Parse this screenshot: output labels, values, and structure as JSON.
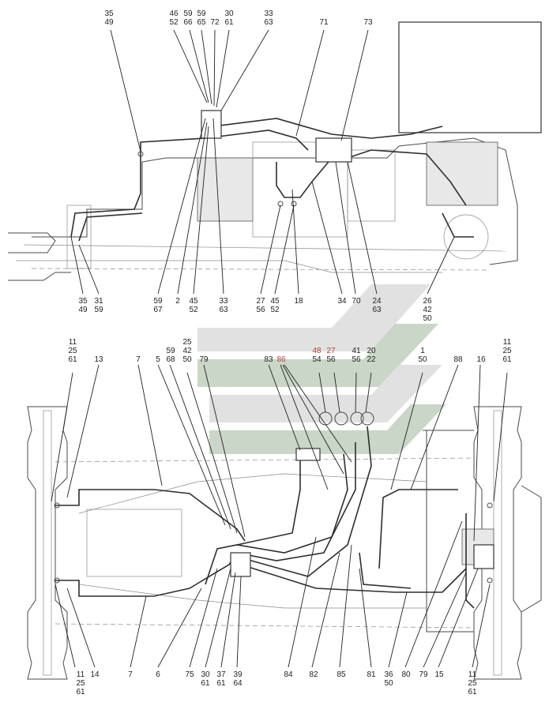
{
  "colors": {
    "line": "#2e2e2e",
    "highlight_label": "#b3413a",
    "watermark_green": "#9fb69b",
    "watermark_gray": "#bcbcbc"
  },
  "watermark": {
    "type": "logo",
    "name": "chevron-stripes-watermark"
  },
  "side_view": {
    "labels_top": [
      {
        "id": "l35_49_top",
        "lines": [
          "35",
          "49"
        ]
      },
      {
        "id": "l46_52",
        "lines": [
          "46",
          "52"
        ]
      },
      {
        "id": "l59_66",
        "lines": [
          "59",
          "66"
        ]
      },
      {
        "id": "l59_65",
        "lines": [
          "59",
          "65"
        ]
      },
      {
        "id": "l72",
        "lines": [
          "",
          "72"
        ]
      },
      {
        "id": "l30_61_top",
        "lines": [
          "30",
          "61"
        ]
      },
      {
        "id": "l33_63_top",
        "lines": [
          "33",
          "63"
        ]
      },
      {
        "id": "l71",
        "lines": [
          "71"
        ]
      },
      {
        "id": "l73",
        "lines": [
          "73"
        ]
      }
    ],
    "labels_bottom": [
      {
        "id": "l35_49_bot",
        "lines": [
          "35",
          "49"
        ]
      },
      {
        "id": "l31_59",
        "lines": [
          "31",
          "59"
        ]
      },
      {
        "id": "l59_67",
        "lines": [
          "59",
          "67"
        ]
      },
      {
        "id": "l2",
        "lines": [
          "2"
        ]
      },
      {
        "id": "l45_52_a",
        "lines": [
          "45",
          "52"
        ]
      },
      {
        "id": "l33_63_bot",
        "lines": [
          "33",
          "63"
        ]
      },
      {
        "id": "l27_56",
        "lines": [
          "27",
          "56"
        ]
      },
      {
        "id": "l45_52_b",
        "lines": [
          "45",
          "52"
        ]
      },
      {
        "id": "l18",
        "lines": [
          "18"
        ]
      },
      {
        "id": "l34",
        "lines": [
          "34"
        ]
      },
      {
        "id": "l70",
        "lines": [
          "70"
        ]
      },
      {
        "id": "l24_63",
        "lines": [
          "24",
          "63"
        ]
      },
      {
        "id": "l26_42_50",
        "lines": [
          "26",
          "42",
          "50"
        ]
      }
    ]
  },
  "plan_view": {
    "labels_top": [
      {
        "id": "p11_25_61_l",
        "lines": [
          "11",
          "25",
          "61"
        ]
      },
      {
        "id": "p13",
        "lines": [
          "13"
        ]
      },
      {
        "id": "p7_top",
        "lines": [
          "7"
        ]
      },
      {
        "id": "p5",
        "lines": [
          "5"
        ]
      },
      {
        "id": "p59_68",
        "lines": [
          "59",
          "68"
        ]
      },
      {
        "id": "p25_42_50",
        "lines": [
          "25",
          "42",
          "50"
        ]
      },
      {
        "id": "p79_top",
        "lines": [
          "79"
        ]
      },
      {
        "id": "p83",
        "lines": [
          "83"
        ]
      },
      {
        "id": "p86",
        "lines": [
          "86"
        ]
      },
      {
        "id": "p48_54",
        "lines": [
          "48",
          "54"
        ]
      },
      {
        "id": "p27_56",
        "lines": [
          "27",
          "56"
        ]
      },
      {
        "id": "p41_56",
        "lines": [
          "41",
          "56"
        ]
      },
      {
        "id": "p20_22",
        "lines": [
          "20",
          "22"
        ]
      },
      {
        "id": "p1_50",
        "lines": [
          "1",
          "50"
        ]
      },
      {
        "id": "p88",
        "lines": [
          "88"
        ]
      },
      {
        "id": "p16",
        "lines": [
          "16"
        ]
      },
      {
        "id": "p11_25_61_r",
        "lines": [
          "11",
          "25",
          "61"
        ]
      }
    ],
    "labels_bottom": [
      {
        "id": "pb11_25_61_l",
        "lines": [
          "11",
          "25",
          "61"
        ]
      },
      {
        "id": "pb14",
        "lines": [
          "14"
        ]
      },
      {
        "id": "pb7",
        "lines": [
          "7"
        ]
      },
      {
        "id": "pb6",
        "lines": [
          "6"
        ]
      },
      {
        "id": "pb75",
        "lines": [
          "75"
        ]
      },
      {
        "id": "pb30_61",
        "lines": [
          "30",
          "61"
        ]
      },
      {
        "id": "pb37_61",
        "lines": [
          "37",
          "61"
        ]
      },
      {
        "id": "pb39_64",
        "lines": [
          "39",
          "64"
        ]
      },
      {
        "id": "pb84",
        "lines": [
          "84"
        ]
      },
      {
        "id": "pb82",
        "lines": [
          "82"
        ]
      },
      {
        "id": "pb85",
        "lines": [
          "85"
        ]
      },
      {
        "id": "pb81",
        "lines": [
          "81"
        ]
      },
      {
        "id": "pb36_50",
        "lines": [
          "36",
          "50"
        ]
      },
      {
        "id": "pb80",
        "lines": [
          "80"
        ]
      },
      {
        "id": "pb79",
        "lines": [
          "79"
        ]
      },
      {
        "id": "pb15",
        "lines": [
          "15"
        ]
      },
      {
        "id": "pb11_25_61_r",
        "lines": [
          "11",
          "25",
          "61"
        ]
      }
    ]
  }
}
